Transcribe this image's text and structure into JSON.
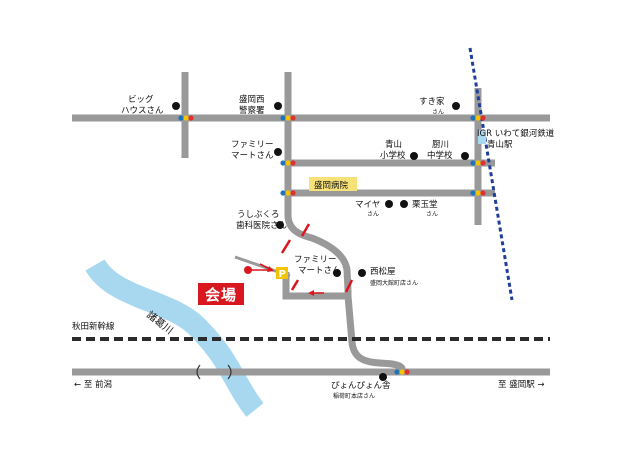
{
  "venue": {
    "label": "会場"
  },
  "parking": {
    "label": "P"
  },
  "hospital_label": "盛岡病院",
  "river": {
    "label": "諸葛川"
  },
  "railway": {
    "shinkansen_label": "秋田新幹線"
  },
  "igr": {
    "line1": "IGR いわて銀河鉄道",
    "line2": "青山駅"
  },
  "directions": {
    "left": "← 至 前潟",
    "right": "至 盛岡駅 →"
  },
  "landmarks": {
    "big_house": {
      "line1": "ビッグ",
      "line2": "ハウスさん"
    },
    "police": {
      "line1": "盛岡西",
      "line2": "警察署"
    },
    "sukiya": {
      "line1": "すき家",
      "line2": "さん"
    },
    "familymart_north": {
      "line1": "ファミリー",
      "line2": "マートさん"
    },
    "aoyama_elem": {
      "line1": "青山",
      "line2": "小学校"
    },
    "kuriyagawa_jhs": {
      "line1": "厨川",
      "line2": "中学校"
    },
    "maiya": {
      "line1": "マイヤ",
      "line2": "さん"
    },
    "kuriodo": {
      "line1": "栗玉堂",
      "line2": "さん"
    },
    "ushikubo": {
      "line1": "うしぶくろ",
      "line2": "歯科医院さん"
    },
    "familymart_south": {
      "line1": "ファミリー",
      "line2": "マートさん"
    },
    "nishimatsuya": {
      "line1": "西松屋",
      "line2": "盛岡大館町店さん"
    },
    "pyonpyonsha": {
      "line1": "ぴょんぴょん舎",
      "line2": "稲荷町本店さん"
    }
  },
  "colors": {
    "road": "#999999",
    "river": "#a7d8f0",
    "venue": "#d9171e",
    "rail": "#2b2b2b",
    "igr": "#1e3f9a",
    "hospital_bg": "#f7e27a",
    "parking": "#f5c400",
    "signal_red": "#e03030",
    "signal_yellow": "#f5c400",
    "signal_blue": "#1e73be"
  }
}
